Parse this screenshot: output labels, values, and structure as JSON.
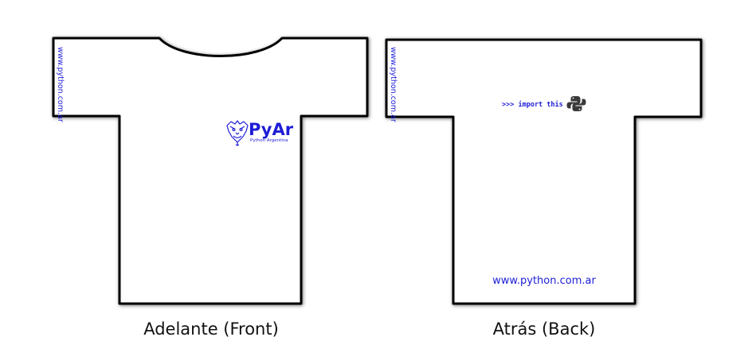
{
  "colors": {
    "print_blue": "#1d1dd6",
    "outline": "#000000",
    "python_logo": "#3a3a3a"
  },
  "front": {
    "caption": "Adelante (Front)",
    "sleeve_text": "www.python.com.ar",
    "logo": {
      "icon": "pyar-lion-crest-icon",
      "wordmark": "PyAr",
      "subtitle": "Python Argentina"
    }
  },
  "back": {
    "caption": "Atrás (Back)",
    "sleeve_text": "www.python.com.ar",
    "code_text": ">>> import this",
    "code_icon": "python-logo-icon",
    "bottom_text": "www.python.com.ar"
  }
}
